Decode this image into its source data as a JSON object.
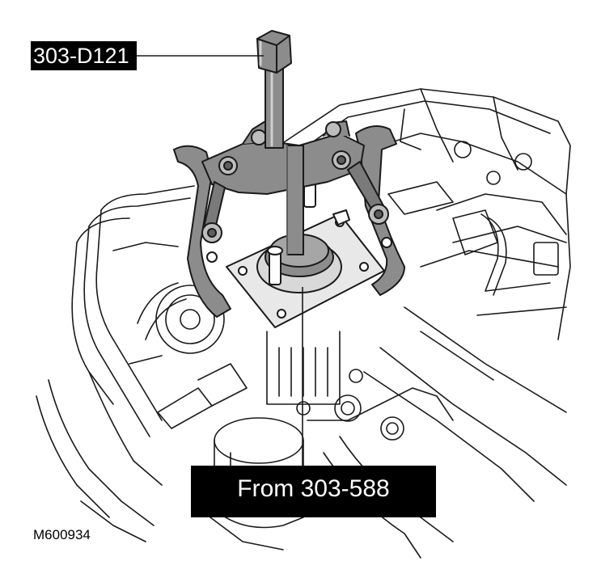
{
  "callouts": {
    "tool_number": "303-D121",
    "from_tool": "From 303-588"
  },
  "figure_id": "M600934",
  "colors": {
    "line": "#1a1a1a",
    "tool_fill": "#8c8c8c",
    "tool_dark": "#5e5e5e",
    "label_bg": "#000000",
    "label_text": "#ffffff"
  }
}
